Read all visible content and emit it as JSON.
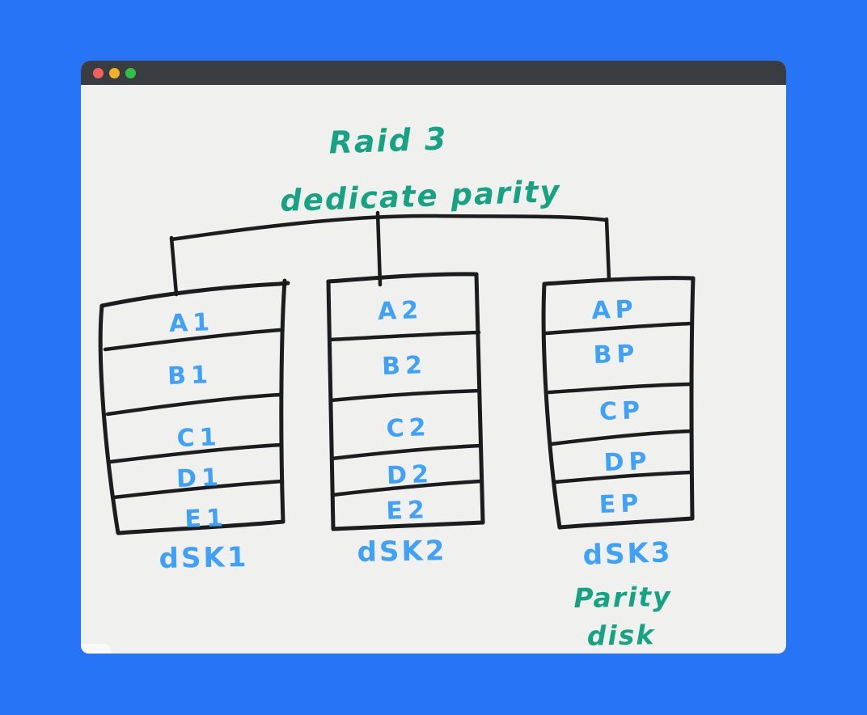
{
  "window": {
    "controls": [
      {
        "name": "close",
        "color": "#f2605a"
      },
      {
        "name": "minimize",
        "color": "#f2b02c"
      },
      {
        "name": "zoom",
        "color": "#2fc345"
      }
    ]
  },
  "diagram": {
    "title": "Raid 3",
    "subtitle": "dedicate parity",
    "disks": [
      {
        "label": "dSK1",
        "rows": [
          "A1",
          "B1",
          "C1",
          "D1",
          "E1"
        ]
      },
      {
        "label": "dSK2",
        "rows": [
          "A2",
          "B2",
          "C2",
          "D2",
          "E2"
        ]
      },
      {
        "label": "dSK3",
        "rows": [
          "AP",
          "BP",
          "CP",
          "DP",
          "EP"
        ],
        "sublabel_line1": "Parity",
        "sublabel_line2": "disk"
      }
    ],
    "colors": {
      "background": "#2774f7",
      "window_bg": "#f0f0ee",
      "titlebar": "#393c40",
      "ink": "#1b1c1e",
      "annotation_green": "#17a283",
      "annotation_blue": "#40a1f8"
    }
  }
}
